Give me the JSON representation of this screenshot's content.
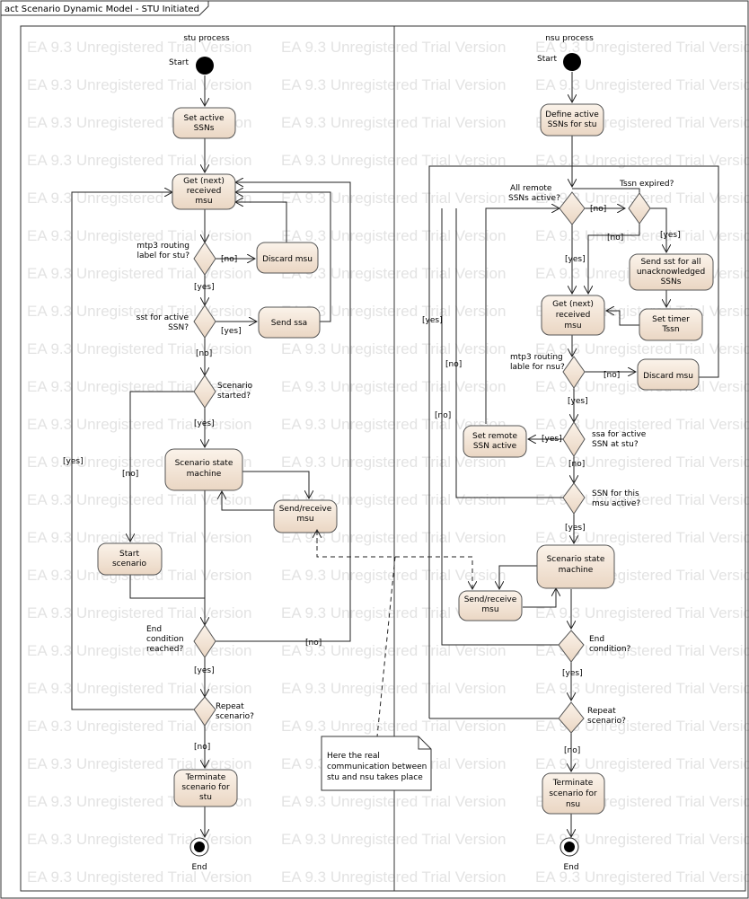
{
  "frame_title": "act Scenario Dynamic Model - STU Initiated",
  "watermark": "EA 9.3 Unregistered Trial Version",
  "colors": {
    "node_fill_top": "#fbf3ea",
    "node_fill_bottom": "#ead6c3",
    "stroke": "#555555"
  },
  "lanes": {
    "left": "stu process",
    "right": "nsu process"
  },
  "stu": {
    "start_label": "Start",
    "set_active": "Set active SSNs",
    "get_next": "Get (next) received msu",
    "d_routing": "mtp3 routing label for stu?",
    "discard": "Discard msu",
    "d_sst": "sst for active SSN?",
    "send_ssa": "Send ssa",
    "d_started": "Scenario started?",
    "state_machine": "Scenario state machine",
    "send_receive": "Send/receive msu",
    "start_scenario": "Start scenario",
    "d_end": "End condition reached?",
    "d_repeat": "Repeat scenario?",
    "terminate": "Terminate scenario for stu",
    "end_label": "End"
  },
  "nsu": {
    "start_label": "Start",
    "define_active": "Define active SSNs for stu",
    "d_all_remote": "All remote SSNs active?",
    "d_tssn": "Tssn expired?",
    "send_sst": "Send sst for all unacknowledged SSNs",
    "set_timer": "Set timer Tssn",
    "get_next": "Get (next) received msu",
    "d_routing": "mtp3 routing lable for nsu?",
    "discard": "Discard msu",
    "d_ssa": "ssa for active SSN at stu?",
    "set_remote": "Set remote SSN active",
    "d_ssn_active": "SSN for this msu active?",
    "state_machine": "Scenario state machine",
    "send_receive": "Send/receive msu",
    "d_end": "End condition?",
    "d_repeat": "Repeat scenario?",
    "terminate": "Terminate scenario for nsu",
    "end_label": "End"
  },
  "guards": {
    "yes": "[yes]",
    "no": "[no]"
  },
  "note": "Here the real communication between stu and nsu takes place"
}
